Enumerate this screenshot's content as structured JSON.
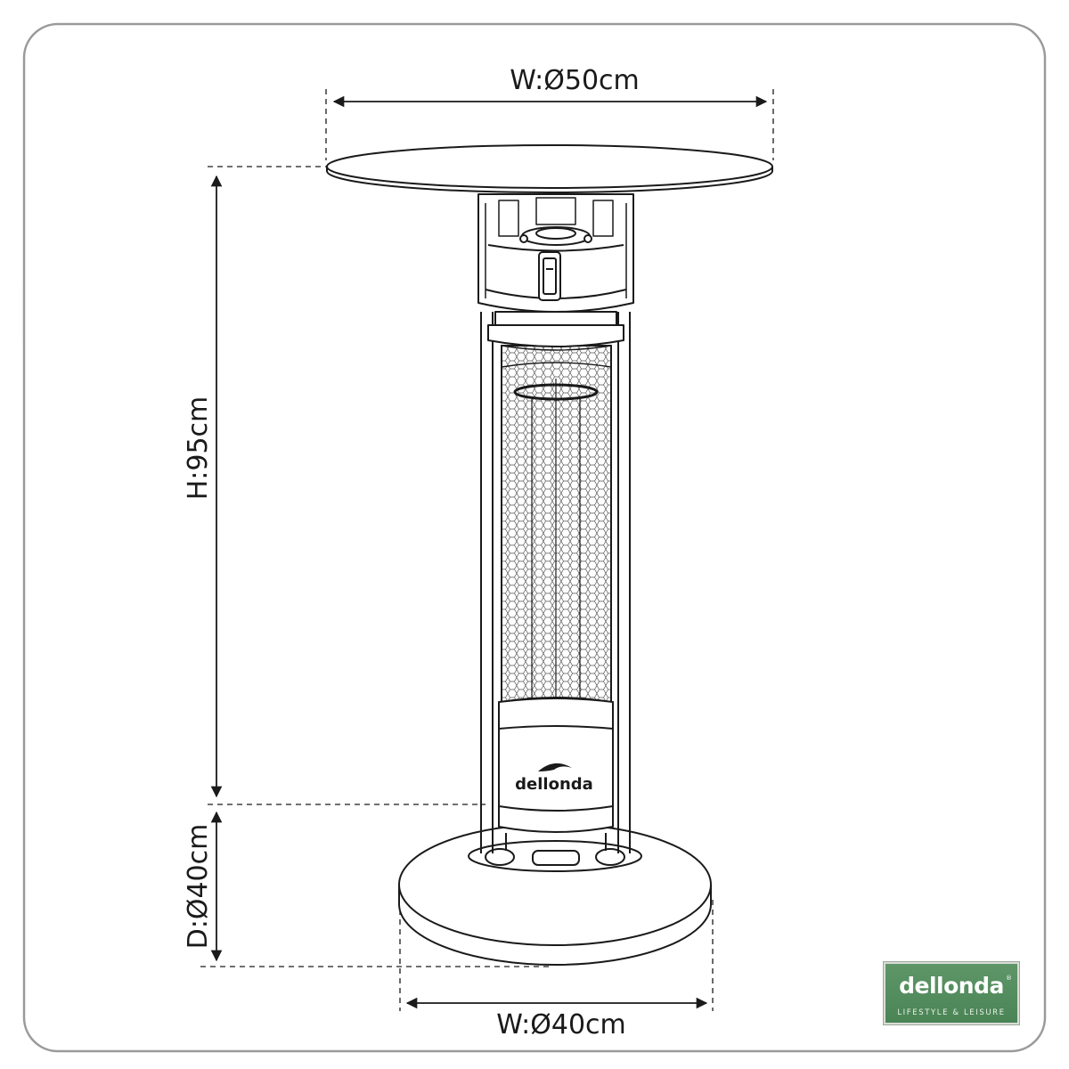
{
  "dimensions": {
    "top_width": "W:Ø50cm",
    "height": "H:95cm",
    "base_depth": "D:Ø40cm",
    "base_width": "W:Ø40cm"
  },
  "product_logo_text": "dellonda",
  "brand_badge": {
    "name": "dellonda",
    "tagline": "LIFESTYLE & LEISURE",
    "trademark": "®"
  },
  "colors": {
    "frame_border": "#9a9a9a",
    "line": "#1a1a1a",
    "brand_green": "#4a8455"
  }
}
